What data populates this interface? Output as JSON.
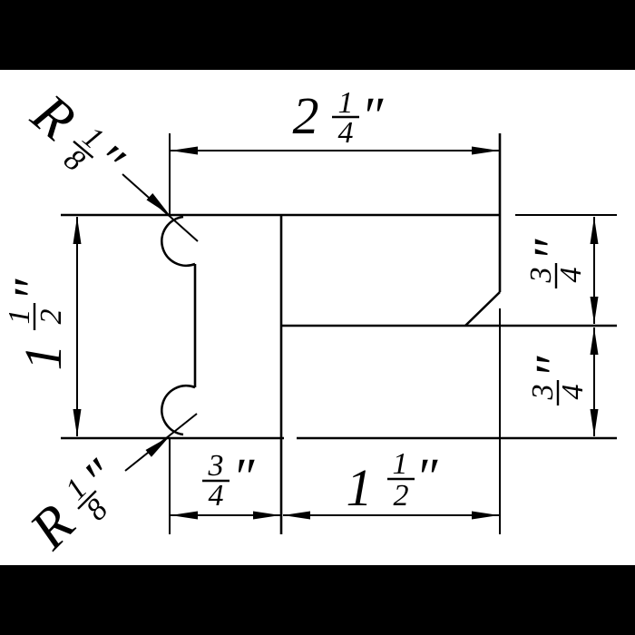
{
  "drawing": {
    "type": "dimensioned technical drawing — molding profile cross-section",
    "colors": {
      "line": "#000000",
      "background": "#ffffff",
      "letterbox": "#000000"
    },
    "dimensions": {
      "top_width": {
        "whole": "2",
        "numerator": "1",
        "denominator": "4",
        "unit": "″"
      },
      "left_height": {
        "whole": "1",
        "numerator": "1",
        "denominator": "2",
        "unit": "″"
      },
      "right_upper_thickness": {
        "numerator": "3",
        "denominator": "4",
        "unit": "″"
      },
      "right_lower_thickness": {
        "numerator": "3",
        "denominator": "4",
        "unit": "″"
      },
      "bottom_left_width": {
        "numerator": "3",
        "denominator": "4",
        "unit": "″"
      },
      "bottom_right_width": {
        "whole": "1",
        "numerator": "1",
        "denominator": "2",
        "unit": "″"
      },
      "radius_top": {
        "prefix": "R",
        "numerator": "1",
        "denominator": "8",
        "unit": "″"
      },
      "radius_bottom": {
        "prefix": "R",
        "numerator": "1",
        "denominator": "8",
        "unit": "″"
      }
    }
  }
}
